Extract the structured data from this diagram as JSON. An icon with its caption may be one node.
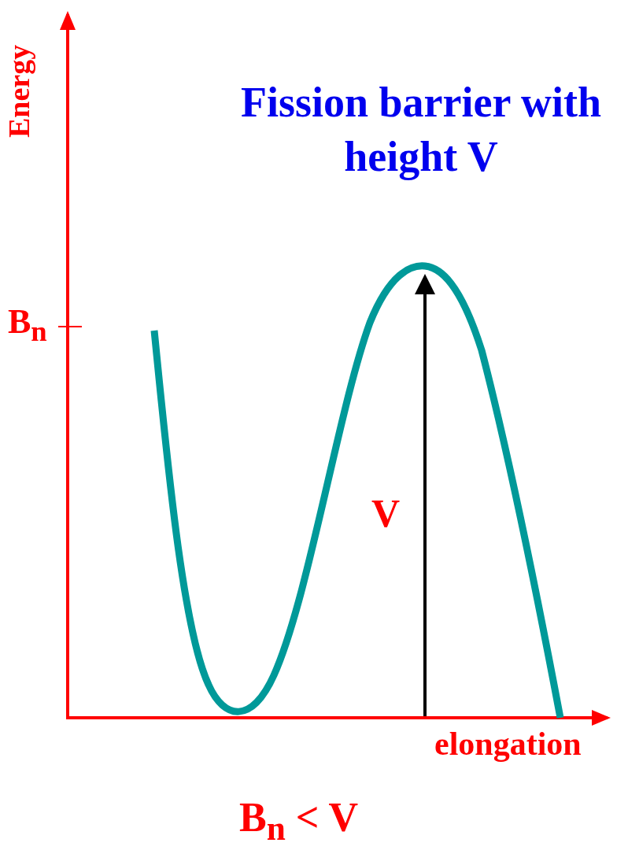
{
  "diagram": {
    "title": "Fission barrier with height V",
    "labels": [
      "Energy",
      "B$_{n}$",
      "V",
      "elongation",
      "B$_{n}$ < V"
    ]
  }
}
